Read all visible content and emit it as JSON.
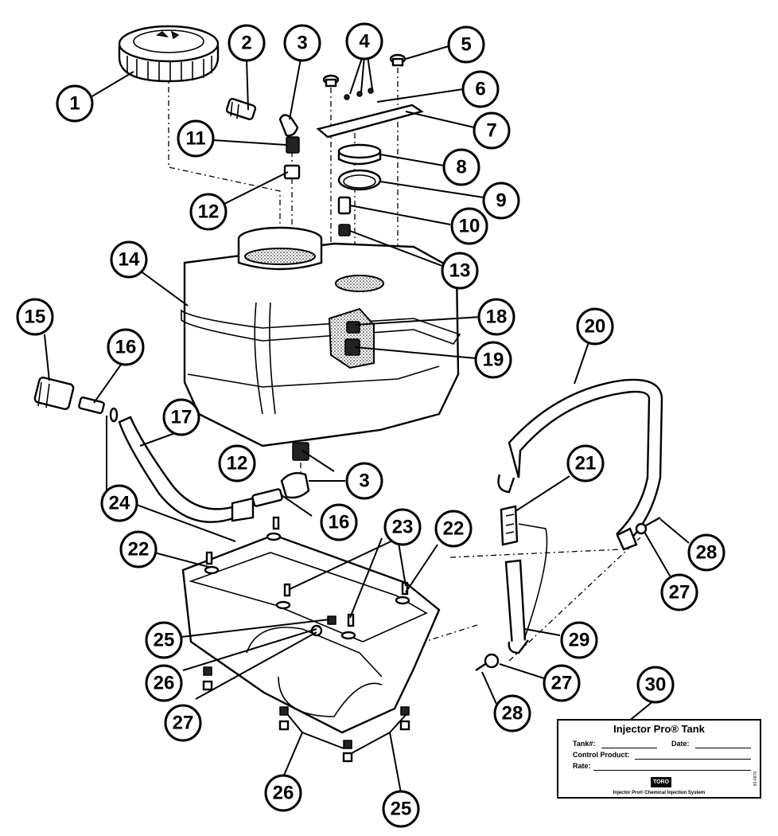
{
  "callouts": [
    "1",
    "2",
    "3",
    "4",
    "5",
    "6",
    "7",
    "8",
    "9",
    "10",
    "11",
    "12",
    "13",
    "14",
    "15",
    "16",
    "17",
    "18",
    "19",
    "20",
    "21",
    "22",
    "23",
    "24",
    "25",
    "26",
    "27",
    "28",
    "29",
    "30"
  ],
  "label_card": {
    "title": "Injector Pro® Tank",
    "tank_label": "Tank#:",
    "date_label": "Date:",
    "control_product_label": "Control Product:",
    "rate_label": "Rate:",
    "logo_text": "TORO",
    "footer": "Injector Pro® Chemical Injection System",
    "code": "93-0979"
  }
}
